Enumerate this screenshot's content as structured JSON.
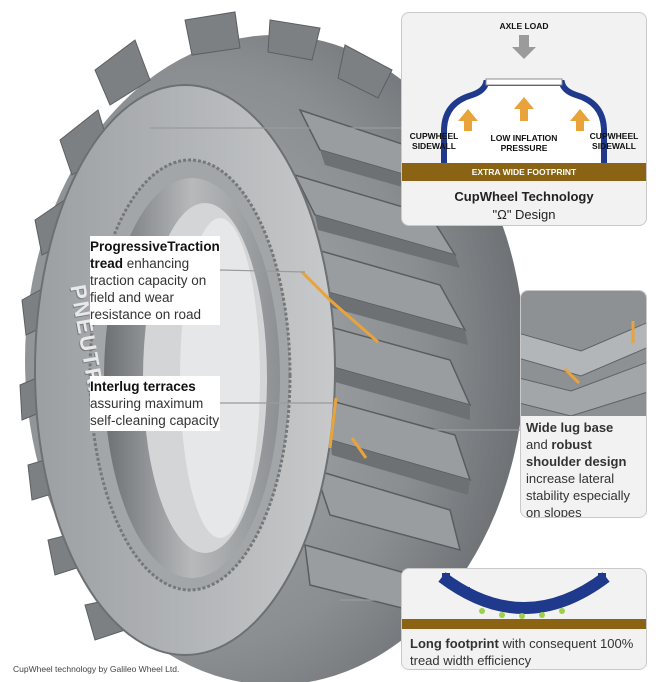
{
  "cupwheel_panel": {
    "axle_load": "AXLE LOAD",
    "sidewall_left": "CUPWHEEL SIDEWALL",
    "sidewall_right": "CUPWHEEL SIDEWALL",
    "low_inflation": "LOW INFLATION PRESSURE",
    "footprint_bar": "EXTRA WIDE FOOTPRINT",
    "title": "CupWheel Technology",
    "subtitle": "\"Ω\" Design"
  },
  "progressive": {
    "bold": "ProgressiveTraction tread",
    "text": "enhancing traction capacity on field and wear resistance on road"
  },
  "interlug": {
    "bold": "Interlug terraces",
    "text": "assuring maximum self-cleaning capacity"
  },
  "wide_lug": {
    "bold1": "Wide lug base",
    "mid": "and",
    "bold2": "robust shoulder design",
    "text": "increase lateral stability especially on slopes"
  },
  "footprint": {
    "bold": "Long footprint",
    "text": "with consequent 100% tread width efficiency"
  },
  "sidewall_brand": "PNEUTRAC",
  "footnote": "CupWheel technology by Galileo Wheel Ltd.",
  "colors": {
    "accent_orange": "#e8a33a",
    "footprint_brown": "#8a6414",
    "tread_blue": "#1f3a8c",
    "tire_gray": "#8f9295"
  }
}
